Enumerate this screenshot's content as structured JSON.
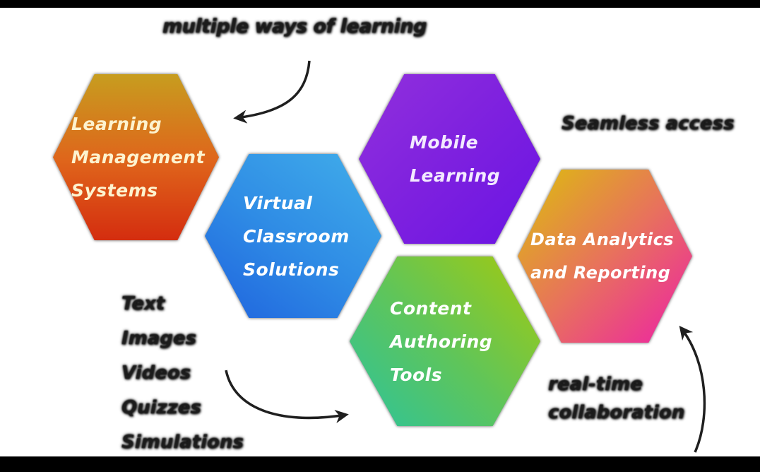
{
  "canvas": {
    "background": "#ffffff",
    "top_bar_color": "#000000",
    "bottom_bar_color": "#000000",
    "arrow_color": "#1f1f1f",
    "annotation_color": "#1b1b1b"
  },
  "hexagons": [
    {
      "id": "learning-management-systems",
      "lines": [
        "Learning",
        "Management",
        "Systems"
      ],
      "gradient": {
        "angle": "180deg",
        "from": "#c79d1f",
        "mid": "#df651b",
        "to": "#d42d0f"
      },
      "text_color": "#fdf3cf"
    },
    {
      "id": "virtual-classroom-solutions",
      "lines": [
        "Virtual",
        "Classroom",
        "Solutions"
      ],
      "gradient": {
        "angle": "215deg",
        "from": "#41aeea",
        "mid": "#2f8ce5",
        "to": "#1f63de"
      },
      "text_color": "#ffffff"
    },
    {
      "id": "mobile-learning",
      "lines": [
        "Mobile",
        "Learning"
      ],
      "gradient": {
        "angle": "135deg",
        "from": "#9130dc",
        "mid": "#7d20df",
        "to": "#6a14e4"
      },
      "text_color": "#f3eaff"
    },
    {
      "id": "content-authoring-tools",
      "lines": [
        "Content",
        "Authoring",
        "Tools"
      ],
      "gradient": {
        "angle": "225deg",
        "from": "#a4ca0e",
        "mid": "#5fc55a",
        "to": "#2cc39c"
      },
      "text_color": "#ffffff"
    },
    {
      "id": "data-analytics-and-reporting",
      "lines": [
        "Data Analytics",
        "and Reporting"
      ],
      "gradient": {
        "angle": "135deg",
        "from": "#dcc00b",
        "mid": "#e8705e",
        "to": "#ed1fa7"
      },
      "text_color": "#ffffff"
    }
  ],
  "annotations": {
    "top": {
      "text": "multiple ways of learning",
      "target": "learning-management-systems"
    },
    "right": {
      "text": "Seamless access",
      "target": "mobile-learning"
    },
    "left_list": {
      "items": [
        "Text",
        "Images",
        "Videos",
        "Quizzes",
        "Simulations"
      ],
      "target": "content-authoring-tools"
    },
    "bottom_right": {
      "lines": [
        "real-time",
        "collaboration"
      ],
      "target": "data-analytics-and-reporting"
    }
  }
}
